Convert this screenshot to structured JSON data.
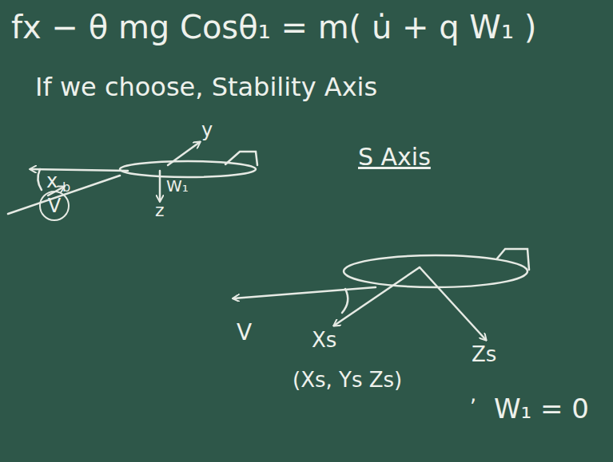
{
  "diagram": {
    "nodes": [
      {
        "text": [
          "V"
        ]
      }
    ],
    "labels": [
      "fx − θ mg Cosθ₁ = m( u̇ + q W₁ )",
      "If we choose, Stability Axis",
      "y",
      "x",
      "b",
      "W₁",
      "z",
      "S Axis",
      "V",
      "Xs",
      "Zs",
      "(Xs, Ys Zs)",
      ",",
      "W₁ = 0"
    ]
  }
}
